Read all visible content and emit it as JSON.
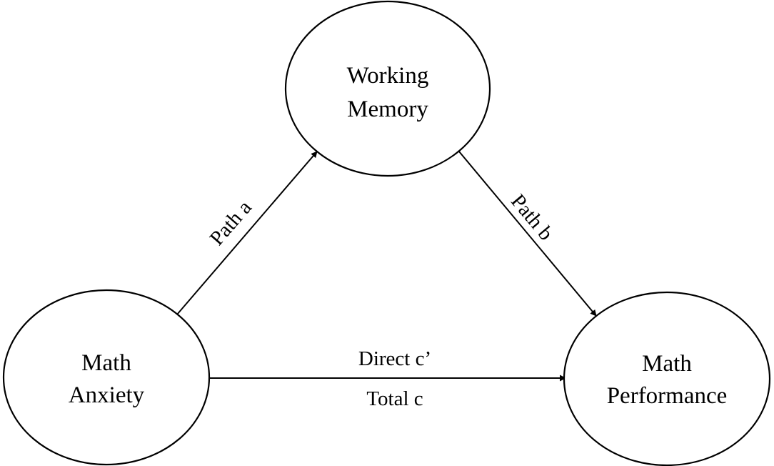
{
  "nodes": {
    "working_memory": {
      "line1": "Working",
      "line2": "Memory"
    },
    "math_anxiety": {
      "line1": "Math",
      "line2": "Anxiety"
    },
    "math_performance": {
      "line1": "Math",
      "line2": "Performance"
    }
  },
  "edges": {
    "path_a": {
      "label": "Path a"
    },
    "path_b": {
      "label": "Path b"
    },
    "direct": {
      "label_top": "Direct c’",
      "label_bottom": "Total c"
    }
  }
}
